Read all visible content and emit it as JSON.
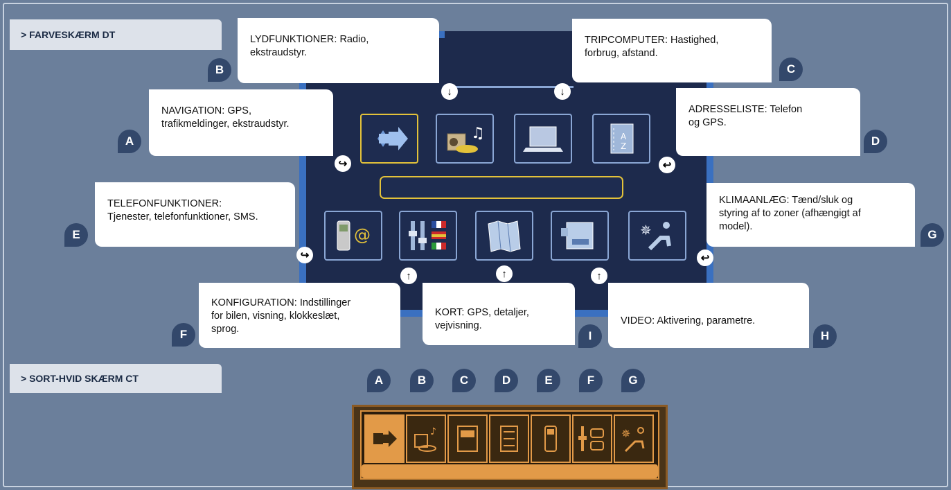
{
  "sections": {
    "color_screen_label": "> FARVESKÆRM DT",
    "bw_screen_label": "> SORT-HVID SKÆRM CT"
  },
  "callouts": {
    "A": {
      "letter": "A",
      "title": "NAVIGATION:",
      "line1": "NAVIGATION: GPS,",
      "line2": "trafikmeldinger, ekstraudstyr."
    },
    "B": {
      "letter": "B",
      "line1": "LYDFUNKTIONER: Radio,",
      "line2": "ekstraudstyr."
    },
    "C": {
      "letter": "C",
      "line1": "TRIPCOMPUTER: Hastighed,",
      "line2": "forbrug, afstand."
    },
    "D": {
      "letter": "D",
      "line1": "ADRESSELISTE: Telefon",
      "line2": "og GPS."
    },
    "E": {
      "letter": "E",
      "line1": "TELEFONFUNKTIONER:",
      "line2": "Tjenester, telefonfunktioner, SMS."
    },
    "F": {
      "letter": "F",
      "line1": "KONFIGURATION: Indstillinger",
      "line2": "for bilen, visning, klokkeslæt,",
      "line3": "sprog."
    },
    "I": {
      "letter": "I",
      "line1": "KORT: GPS, detaljer,",
      "line2": "vejvisning."
    },
    "H": {
      "letter": "H",
      "line1": "VIDEO: Aktivering, parametre."
    },
    "G": {
      "letter": "G",
      "line1": "KLIMAANLÆG: Tænd/sluk og",
      "line2": "styring af to zoner (afhængigt af",
      "line3": "model)."
    }
  },
  "bw_letters": [
    "A",
    "B",
    "C",
    "D",
    "E",
    "F",
    "G"
  ],
  "colors": {
    "background": "#6b7f9b",
    "screen": "#1d2a4c",
    "screen_border": "#3a70c0",
    "highlight": "#e3c23a",
    "badge": "#33486b",
    "bw_accent": "#e29a48"
  },
  "icons": {
    "top_row": [
      "navigation-icon",
      "audio-icon",
      "tripcomputer-icon",
      "addressbook-icon"
    ],
    "bottom_row": [
      "telephone-icon",
      "configuration-icon",
      "map-icon",
      "video-icon",
      "climate-icon"
    ],
    "bw_row": [
      "navigation-icon",
      "audio-icon",
      "tripcomputer-icon",
      "addressbook-icon",
      "telephone-icon",
      "configuration-icon",
      "climate-icon"
    ]
  }
}
